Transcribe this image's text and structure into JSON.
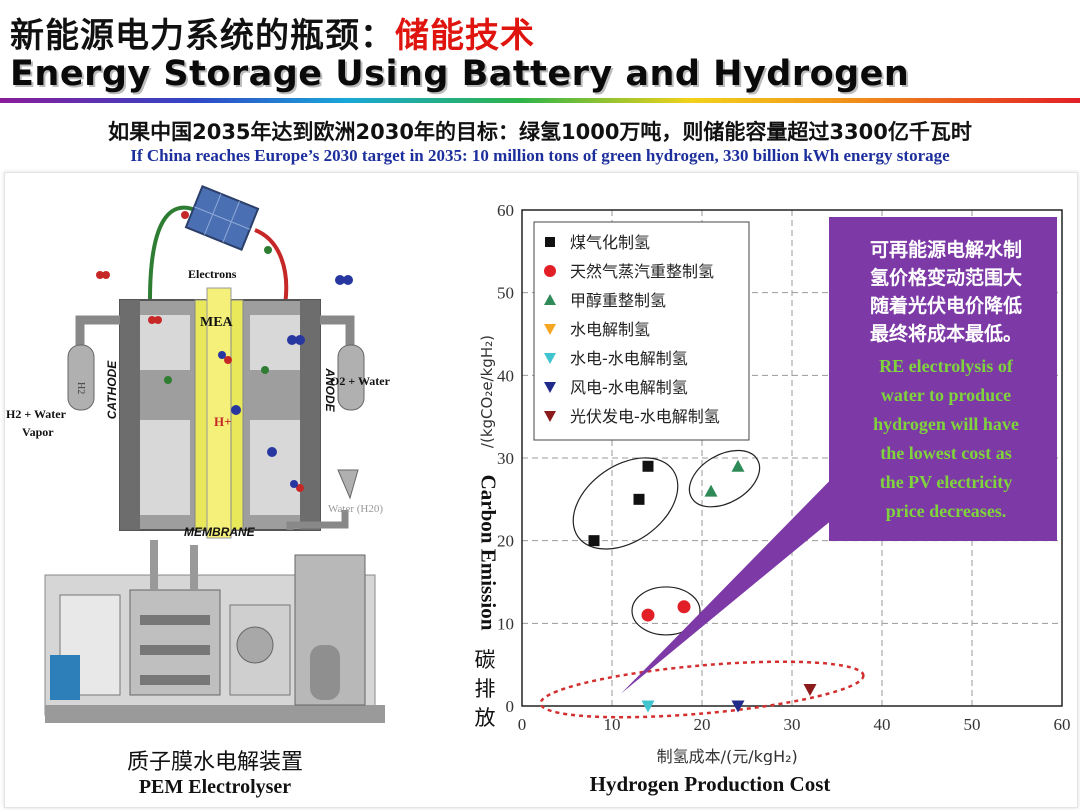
{
  "title": {
    "cn_prefix": "新能源电力系统的瓶颈：",
    "cn_accent": "储能技术",
    "en": "Energy Storage Using Battery and Hydrogen"
  },
  "subtitle": {
    "cn": "如果中国2035年达到欧洲2030年的目标：绿氢1000万吨，则储能容量超过3300亿千瓦时",
    "en": "If China reaches Europe’s 2030 target in 2035: 10 million tons of green hydrogen, 330 billion kWh energy storage"
  },
  "diagram": {
    "electrons": "Electrons",
    "mea": "MEA",
    "cathode": "CATHODE",
    "anode": "ANODE",
    "membrane": "MEMBRANE",
    "h_plus": "H+",
    "h2": "H2",
    "h2_water_vapor_1": "H2 + Water",
    "h2_water_vapor_2": "Vapor",
    "o2_water": "O2 + Water",
    "water_h2o": "Water (H20)"
  },
  "electrolyser_caption": {
    "cn": "质子膜水电解装置",
    "en": "PEM Electrolyser"
  },
  "callout": {
    "cn_lines": [
      "可再能源电解水制",
      "氢价格变动范围大",
      "随着光伏电价降低",
      "最终将成本最低。"
    ],
    "en_lines": [
      "RE electrolysis of",
      "water to produce",
      "hydrogen will have",
      "the lowest cost as",
      "the PV electricity",
      "price decreases."
    ],
    "purple_color": "#7d3aa6",
    "green_text_color": "#7fd33c"
  },
  "chart_data": {
    "type": "scatter",
    "xlabel_cn": "制氢成本/(元/kgH₂)",
    "xlabel_en": "Hydrogen Production Cost",
    "ylabel_cn_chars": [
      "碳",
      "排",
      "放"
    ],
    "ylabel_en": "Carbon Emission",
    "ylabel_units": "/(kgCO₂e/kgH₂)",
    "xlim": [
      0,
      60
    ],
    "ylim": [
      0,
      60
    ],
    "xticks": [
      "0",
      "10",
      "20",
      "30",
      "40",
      "50",
      "60"
    ],
    "yticks": [
      "0",
      "10",
      "20",
      "30",
      "40",
      "50",
      "60"
    ],
    "grid": true,
    "legend_position": "top-left",
    "series": [
      {
        "name": "煤气化制氢",
        "marker": "square",
        "color": "#111111",
        "points": [
          [
            8,
            20
          ],
          [
            13,
            25
          ],
          [
            14,
            29
          ]
        ]
      },
      {
        "name": "天然气蒸汽重整制氢",
        "marker": "circle",
        "color": "#e21f26",
        "points": [
          [
            14,
            11
          ],
          [
            18,
            12
          ]
        ]
      },
      {
        "name": "甲醇重整制氢",
        "marker": "triangle-up",
        "color": "#2e8b57",
        "points": [
          [
            21,
            26
          ],
          [
            24,
            29
          ]
        ]
      },
      {
        "name": "水电解制氢",
        "marker": "triangle-down",
        "color": "#f5a623",
        "points": []
      },
      {
        "name": "水电-水电解制氢",
        "marker": "triangle-down",
        "color": "#40c4d0",
        "points": [
          [
            14,
            0
          ]
        ]
      },
      {
        "name": "风电-水电解制氢",
        "marker": "triangle-down",
        "color": "#1f2a8a",
        "points": [
          [
            24,
            0
          ]
        ]
      },
      {
        "name": "光伏发电-水电解制氢",
        "marker": "triangle-down",
        "color": "#8b1a1a",
        "points": [
          [
            32,
            2
          ]
        ]
      }
    ]
  }
}
